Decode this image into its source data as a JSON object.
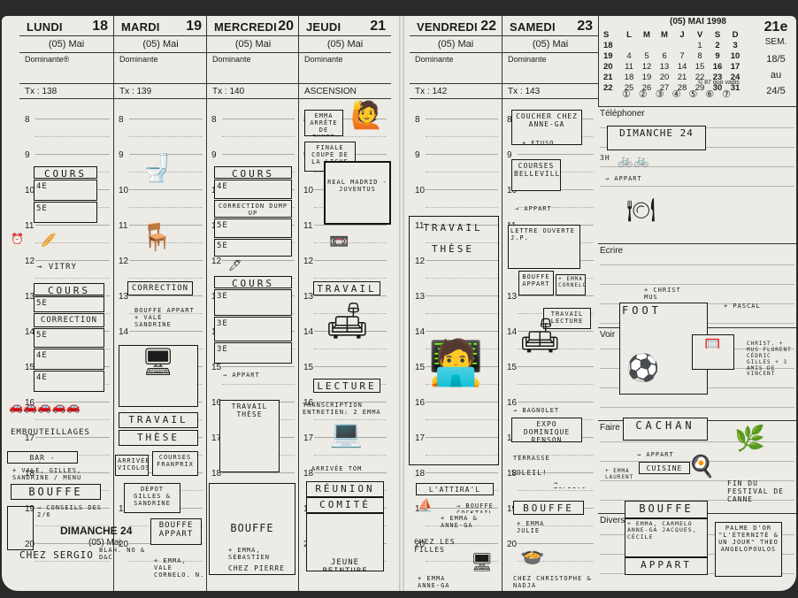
{
  "left_days": [
    {
      "name": "LUNDI",
      "num": "18",
      "month": "(05) Mai",
      "dominante": "Dominante®",
      "tx": "Tx : 138"
    },
    {
      "name": "MARDI",
      "num": "19",
      "month": "(05) Mai",
      "dominante": "Dominante",
      "tx": "Tx : 139"
    },
    {
      "name": "MERCREDI",
      "num": "20",
      "month": "(05) Mai",
      "dominante": "Dominante",
      "tx": "Tx : 140"
    },
    {
      "name": "JEUDI",
      "num": "21",
      "month": "(05) Mai",
      "dominante": "Dominante",
      "tx": "ASCENSION"
    }
  ],
  "right_days": [
    {
      "name": "VENDREDI",
      "num": "22",
      "month": "(05) Mai",
      "dominante": "Dominante",
      "tx": "Tx : 142"
    },
    {
      "name": "SAMEDI",
      "num": "23",
      "month": "(05) Mai",
      "dominante": "Dominante",
      "tx": "Tx : 143"
    }
  ],
  "hours": [
    "8",
    "9",
    "10",
    "11",
    "12",
    "13",
    "14",
    "15",
    "16",
    "17",
    "18",
    "19",
    "20"
  ],
  "mini_calendar": {
    "title": "(05) MAI 1998",
    "headers": [
      "S",
      "L",
      "M",
      "M",
      "J",
      "V",
      "S",
      "D"
    ],
    "rows": [
      [
        "18",
        "",
        "",
        "",
        "",
        "1",
        "2",
        "3"
      ],
      [
        "19",
        "4",
        "5",
        "6",
        "7",
        "8",
        "9",
        "10"
      ],
      [
        "20",
        "11",
        "12",
        "13",
        "14",
        "15",
        "16",
        "17"
      ],
      [
        "21",
        "18",
        "19",
        "20",
        "21",
        "22",
        "23",
        "24"
      ],
      [
        "22",
        "25",
        "26",
        "27",
        "28",
        "29",
        "30",
        "31"
      ]
    ],
    "week": "21e",
    "sem": "SEM.",
    "from": "18/5",
    "au": "au",
    "to": "24/5",
    "dots": "①②③④⑤⑥⑦",
    "copyright": "© 87 quo vadis"
  },
  "sections": {
    "telephoner": "Téléphoner",
    "ecrire": "Ecrire",
    "voir": "Voir",
    "faire": "Faire",
    "divers": "Divers"
  },
  "dimanche_left": {
    "label": "DIMANCHE",
    "num": "24",
    "month": "(05) Mai"
  },
  "notes": {
    "lundi_cours": "COURS",
    "lundi_4e_a": "4e",
    "lundi_5e_a": "5e",
    "lundi_vitry": "→ VITRY",
    "lundi_cours2": "COURS",
    "lundi_5e": "5e",
    "lundi_correction": "CORRECTION",
    "lundi_5e_b": "5e",
    "lundi_4e": "4e",
    "lundi_4e_b": "4e",
    "lundi_embouteillages": "EMBOUTEILLAGES",
    "lundi_bar": "BAR - CATHÉDRALE",
    "lundi_bar2": "+ VALE, GILLES, SANDRINE / MENU",
    "lundi_bouffe": "BOUFFE",
    "lundi_conseils": "→ CONSEILS DES 2/6",
    "lundi_sergio": "CHEZ SERGIO",
    "mardi_correction": "CORRECTION",
    "mardi_bouffe": "BOUFFE APPART + VALE SANDRINE",
    "mardi_travail": "TRAVAIL",
    "mardi_these": "THÈSE",
    "mardi_arrivee": "ARRIVÉE VICOLOS",
    "mardi_courses": "COURSES FRANPRIX",
    "mardi_depot": "DÉPOT GILLES & SANDRINE",
    "mardi_blah": "BLAH. NO & D&C",
    "mardi_bouffe2": "BOUFFE APPART",
    "mardi_emmavale": "+ EMMA, VALE CORNELO, N. UKAS",
    "mercredi_cours": "COURS",
    "mercredi_4e": "4e",
    "mercredi_correction": "CORRECTION DUMP UP",
    "mercredi_5e": "5e",
    "mercredi_5e_b": "5e",
    "mercredi_cours2": "COURS",
    "mercredi_3e": "3e",
    "mercredi_3e_b": "3e",
    "mercredi_3e_c": "3e",
    "mercredi_appart": "→ APPART",
    "mercredi_travail": "TRAVAIL THÈSE",
    "mercredi_bouffe": "BOUFFE",
    "mercredi_pierre": "CHEZ PIERRE",
    "mercredi_sebastien": "+ EMMA, SÉBASTIEN",
    "jeudi_emma": "EMMA ARRÊTE DE FUMER",
    "jeudi_finale": "FINALE COUPE DE LA LIGUE",
    "jeudi_tv": "REAL MADRID - JUVENTUS",
    "jeudi_travail": "TRAVAIL",
    "jeudi_lecture": "LECTURE",
    "jeudi_transcription": "TRANSCRIPTION ENTRETIEN: 2 EMMA",
    "jeudi_tom": "ARRIVÉE TOM",
    "jeudi_reunion": "RÉUNION",
    "jeudi_comite": "COMITÉ",
    "jeudi_peinture": "JEUNE PEINTURE",
    "vendredi_travail": "TRAVAIL",
    "vendredi_these": "THÈSE",
    "vendredi_attiral": "L'ATTIRA'L",
    "vendredi_bouffe": "→ BOUFFE COCKTAIL",
    "vendredi_emmaanne": "+ EMMA & ANNE-GA",
    "vendredi_chez": "CHEZ LES FILLES",
    "vendredi_emma2": "+ EMMA ANNE-GA",
    "samedi_coucher": "COUCHER CHEZ ANNE-GA",
    "samedi_etuso": "+ ETUSO",
    "samedi_courses": "COURSES BELLEVILLE",
    "samedi_appart": "→ APPART",
    "samedi_lettre": "LETTRE OUVERTE J.P.",
    "samedi_bouffe": "BOUFFE APPART",
    "samedi_emma": "+ EMMA CORNELO",
    "samedi_travail": "TRAVAIL LECTURE",
    "samedi_bagnolet": "→ BAGNOLET",
    "samedi_expo": "EXPO DOMINIQUE RENSON",
    "samedi_terrasse": "TERRASSE",
    "samedi_soleil": "SOLEIL!",
    "samedi_tolbiac": "→ TOLBIAC",
    "samedi_bouffe2": "BOUFFE",
    "samedi_emmajulie": "+ EMMA JULIE",
    "samedi_chez": "CHEZ CHRISTOPHE & NADJA",
    "dimanche_title": "DIMANCHE 24",
    "dimanche_3h": "3H",
    "dimanche_appart": "→ APPART",
    "dimanche_christ": "+ CHRIST MUS",
    "dimanche_foot": "FOOT",
    "dimanche_pascal": "+ PASCAL",
    "dimanche_list": "CHRIST. + MUS FLORENT CÉDRIC GILLES + 3 AMIS DE VINCENT",
    "dimanche_cachan": "CACHAN",
    "dimanche_appart2": "→ APPART",
    "dimanche_cuisine": "CUISINE",
    "dimanche_emma": "+ EMMA LAURENT",
    "dimanche_fin": "FIN DU FESTIVAL DE CANNE",
    "dimanche_bouffe": "BOUFFE",
    "dimanche_guests": "+ EMMA, CARMELO ANNE-GA JACQUES, CÉCILE",
    "dimanche_appart3": "APPART",
    "dimanche_palme": "PALME D'OR \"L'ÉTERNITÉ & UN JOUR\" THEO ANGELOPOULOS"
  }
}
